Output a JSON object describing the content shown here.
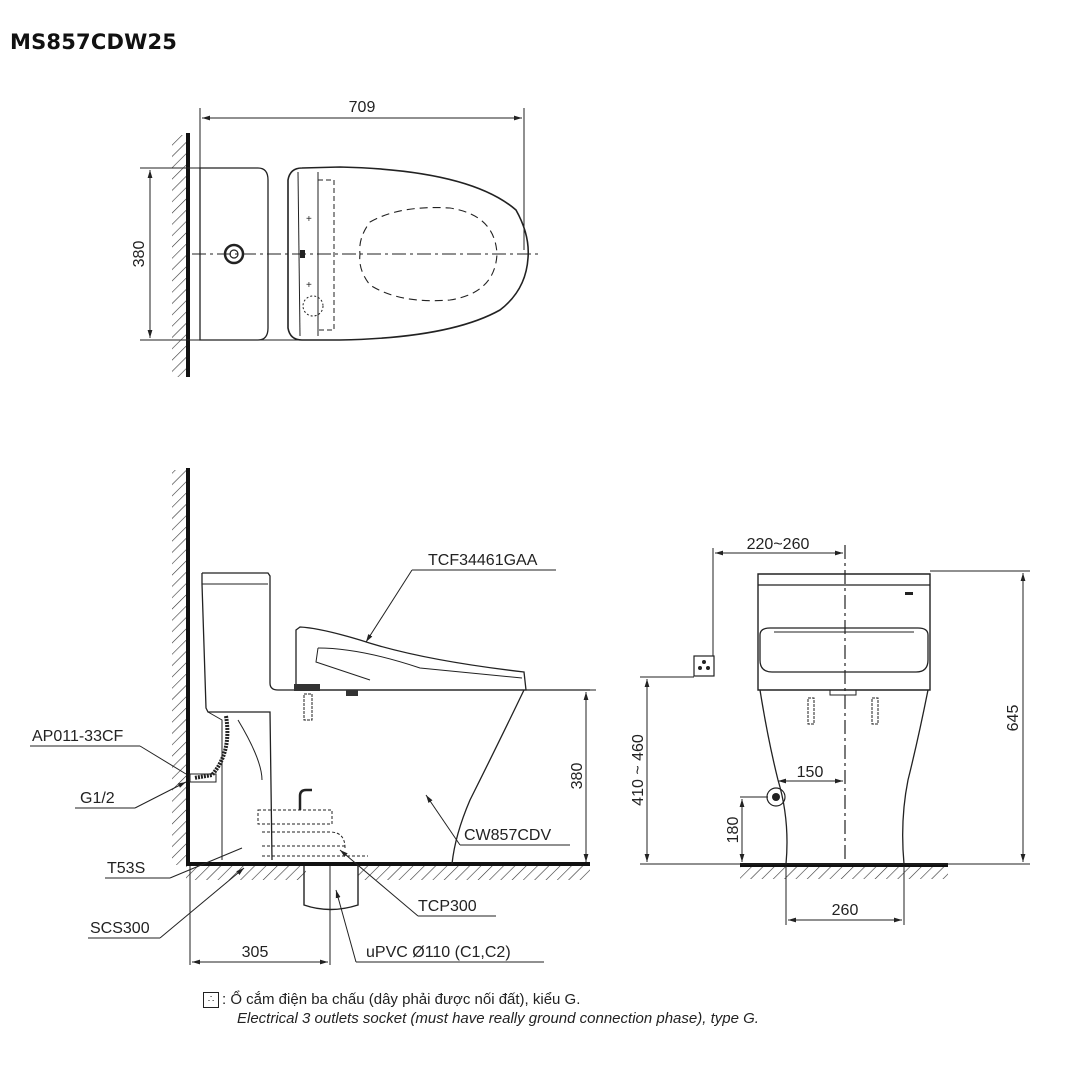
{
  "title": "MS857CDW25",
  "top_view": {
    "dim_length": "709",
    "dim_width": "380"
  },
  "side_view": {
    "labels": {
      "seat": "TCF34461GAA",
      "valve": "AP011-33CF",
      "inlet": "G1/2",
      "t53s": "T53S",
      "scs300": "SCS300",
      "bowl": "CW857CDV",
      "flange": "TCP300",
      "drain": "uPVC Ø110 (C1,C2)"
    },
    "dim_seat_height": "380",
    "dim_rough_in": "305"
  },
  "front_view": {
    "dim_socket_offset": "220~260",
    "dim_socket_height": "410 ~ 460",
    "dim_total_height": "645",
    "dim_inlet_offset": "150",
    "dim_inlet_height": "180",
    "dim_base_width": "260"
  },
  "note": {
    "icon": "socket-icon",
    "vietnamese": ": Ổ cắm điện ba chấu (dây phải được nối đất), kiểu G.",
    "english": "Electrical 3 outlets socket (must have really ground connection phase), type G."
  }
}
